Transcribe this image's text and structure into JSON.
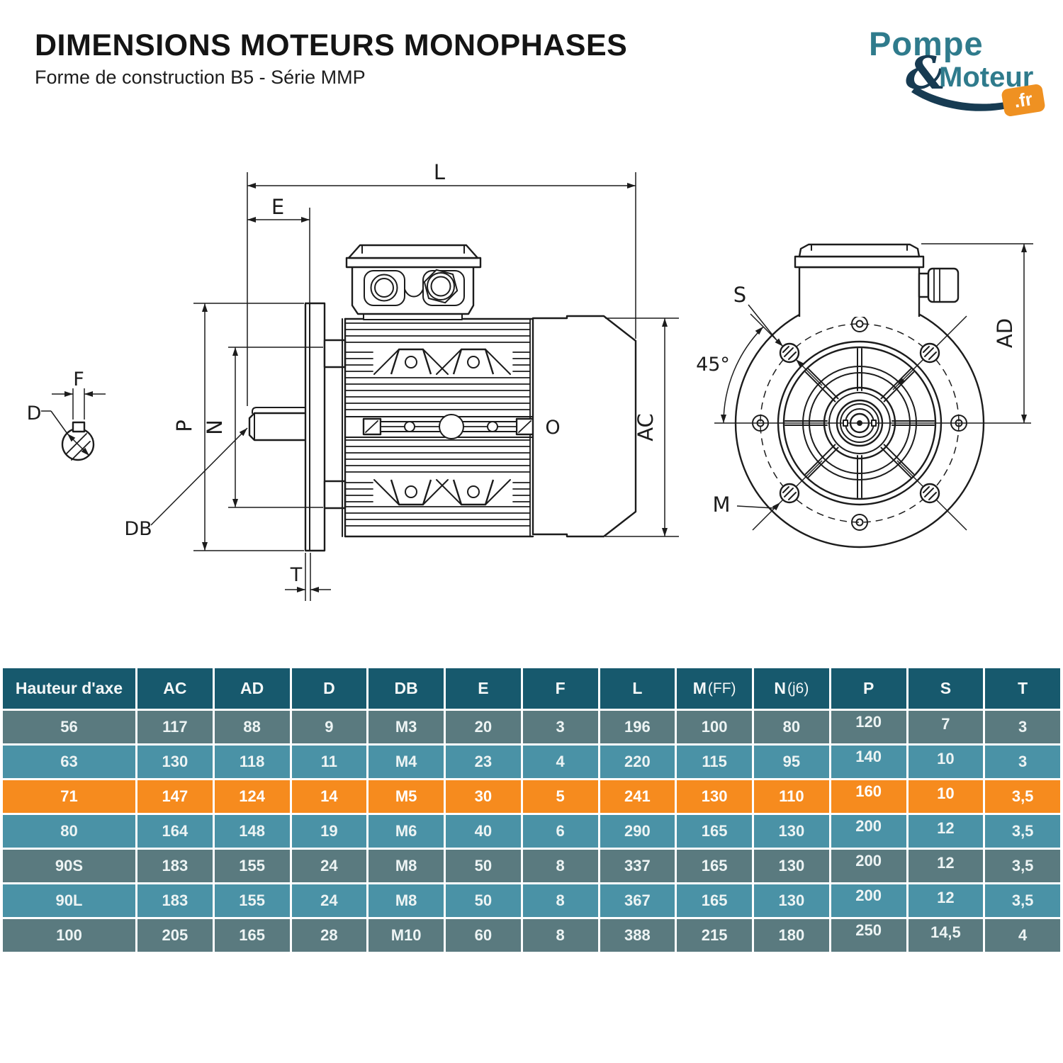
{
  "header": {
    "title": "DIMENSIONS MOTEURS MONOPHASES",
    "subtitle": "Forme de construction B5 - Série MMP"
  },
  "logo": {
    "word1": "Pompe",
    "amp": "&",
    "word2": "Moteur",
    "badge": ".fr",
    "teal": "#2F7B8C",
    "navy": "#173B52",
    "orange": "#EF9122"
  },
  "diagram": {
    "labels": {
      "l": "L",
      "e": "E",
      "ac": "AC",
      "o": "O",
      "p": "P",
      "n": "N",
      "db": "DB",
      "t": "T",
      "f": "F",
      "d": "D",
      "s": "S",
      "m": "M",
      "ad": "AD",
      "angle": "45°"
    }
  },
  "table": {
    "colors": {
      "header_bg": "#17596D",
      "row_dark": "#5A7A7F",
      "row_light": "#4A92A6",
      "row_highlight": "#F68B1E",
      "text": "#EDF4F4"
    },
    "headers": [
      {
        "t": "Hauteur d'axe",
        "s": ""
      },
      {
        "t": "AC",
        "s": ""
      },
      {
        "t": "AD",
        "s": ""
      },
      {
        "t": "D",
        "s": ""
      },
      {
        "t": "DB",
        "s": ""
      },
      {
        "t": "E",
        "s": ""
      },
      {
        "t": "F",
        "s": ""
      },
      {
        "t": "L",
        "s": ""
      },
      {
        "t": "M",
        "s": "(FF)"
      },
      {
        "t": "N",
        "s": "(j6)"
      },
      {
        "t": "P",
        "s": ""
      },
      {
        "t": "S",
        "s": ""
      },
      {
        "t": "T",
        "s": ""
      }
    ],
    "rows": [
      {
        "label": "56",
        "tone": "a",
        "values": [
          "117",
          "88",
          "9",
          "M3",
          "20",
          "3",
          "196",
          "100",
          "80",
          "120",
          "7",
          "3"
        ]
      },
      {
        "label": "63",
        "tone": "b",
        "values": [
          "130",
          "118",
          "11",
          "M4",
          "23",
          "4",
          "220",
          "115",
          "95",
          "140",
          "10",
          "3"
        ]
      },
      {
        "label": "71",
        "tone": "hl",
        "values": [
          "147",
          "124",
          "14",
          "M5",
          "30",
          "5",
          "241",
          "130",
          "110",
          "160",
          "10",
          "3,5"
        ]
      },
      {
        "label": "80",
        "tone": "b",
        "values": [
          "164",
          "148",
          "19",
          "M6",
          "40",
          "6",
          "290",
          "165",
          "130",
          "200",
          "12",
          "3,5"
        ]
      },
      {
        "label": "90S",
        "tone": "a",
        "values": [
          "183",
          "155",
          "24",
          "M8",
          "50",
          "8",
          "337",
          "165",
          "130",
          "200",
          "12",
          "3,5"
        ]
      },
      {
        "label": "90L",
        "tone": "b",
        "values": [
          "183",
          "155",
          "24",
          "M8",
          "50",
          "8",
          "367",
          "165",
          "130",
          "200",
          "12",
          "3,5"
        ]
      },
      {
        "label": "100",
        "tone": "a",
        "values": [
          "205",
          "165",
          "28",
          "M10",
          "60",
          "8",
          "388",
          "215",
          "180",
          "250",
          "14,5",
          "4"
        ]
      }
    ]
  }
}
